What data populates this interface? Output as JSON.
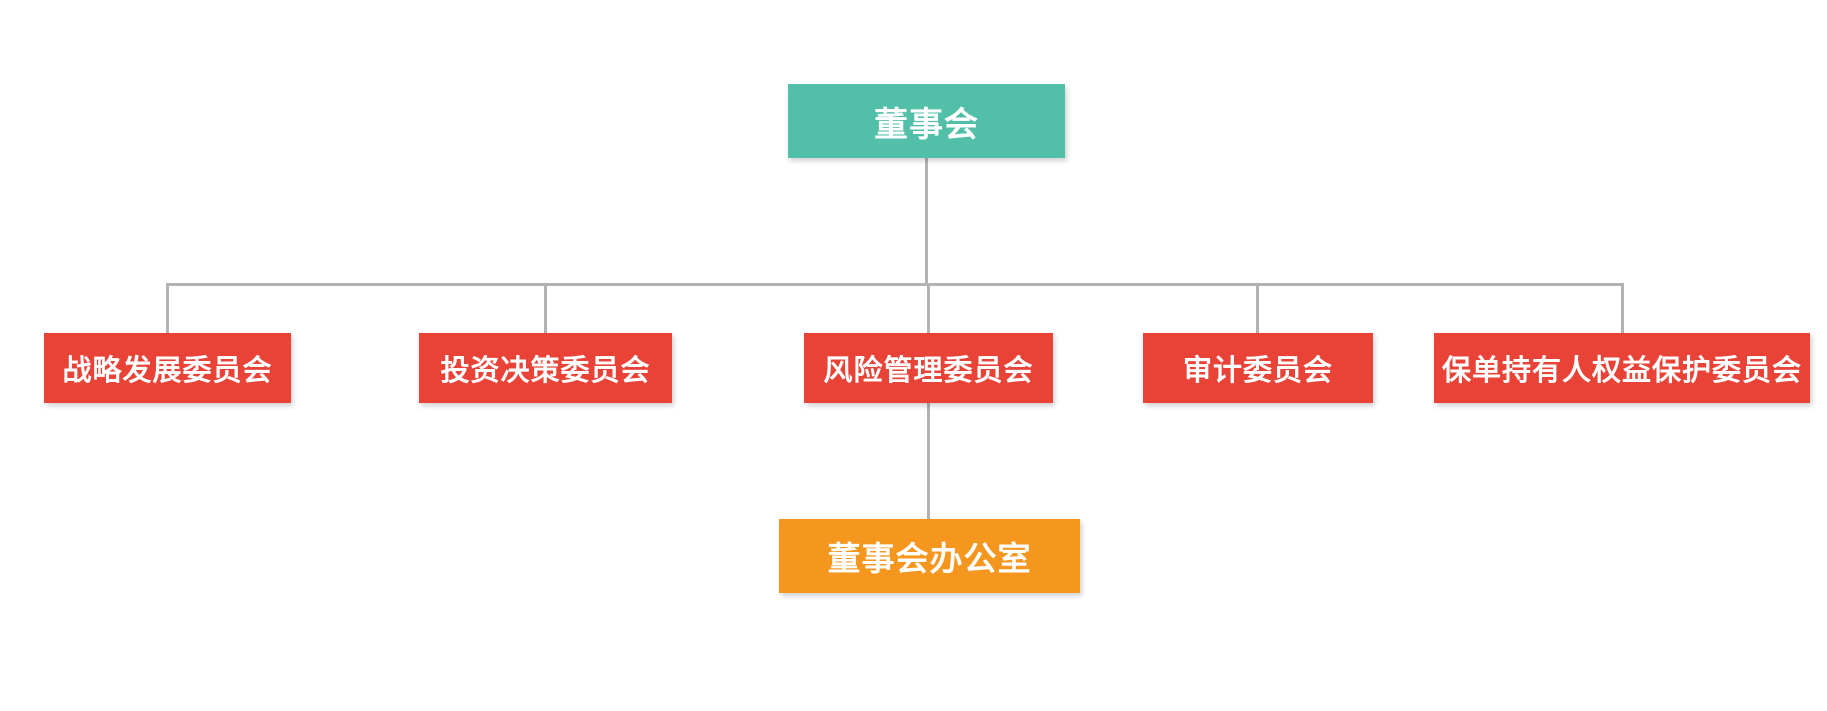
{
  "diagram": {
    "type": "org-chart",
    "root": {
      "label": "董事会",
      "color": "#52BFA8"
    },
    "committees": [
      {
        "label": "战略发展委员会",
        "color": "#E94338"
      },
      {
        "label": "投资决策委员会",
        "color": "#E94338"
      },
      {
        "label": "风险管理委员会",
        "color": "#E94338"
      },
      {
        "label": "审计委员会",
        "color": "#E94338"
      },
      {
        "label": "保单持有人权益保护委员会",
        "color": "#E94338"
      }
    ],
    "office": {
      "label": "董事会办公室",
      "color": "#F5961F"
    }
  },
  "colors": {
    "connector_line": "#B3B3B3",
    "node_text": "#FFFFFF",
    "page_background": "#FFFFFF"
  }
}
